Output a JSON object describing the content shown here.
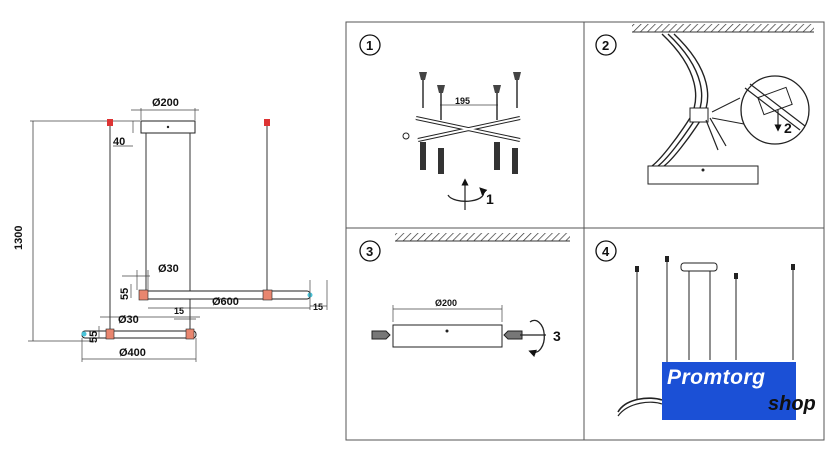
{
  "dimensions": {
    "height_total": "1300",
    "canopy_diameter": "Ø200",
    "canopy_height": "40",
    "upper_ring_tube": "Ø30",
    "upper_ring_diameter": "Ø600",
    "upper_ring_offset": "55",
    "upper_ring_end": "15",
    "lower_ring_tube": "Ø30",
    "lower_ring_end": "15",
    "lower_ring_offset": "55",
    "lower_ring_diameter": "Ø400"
  },
  "steps": [
    {
      "number": "1",
      "label": "195",
      "arrow_number": "1"
    },
    {
      "number": "2",
      "arrow_number": "2"
    },
    {
      "number": "3",
      "label": "Ø200",
      "arrow_number": "3"
    },
    {
      "number": "4"
    }
  ],
  "logo": {
    "name": "Promtorg",
    "sub": "shop",
    "color": "#1b50d6"
  }
}
